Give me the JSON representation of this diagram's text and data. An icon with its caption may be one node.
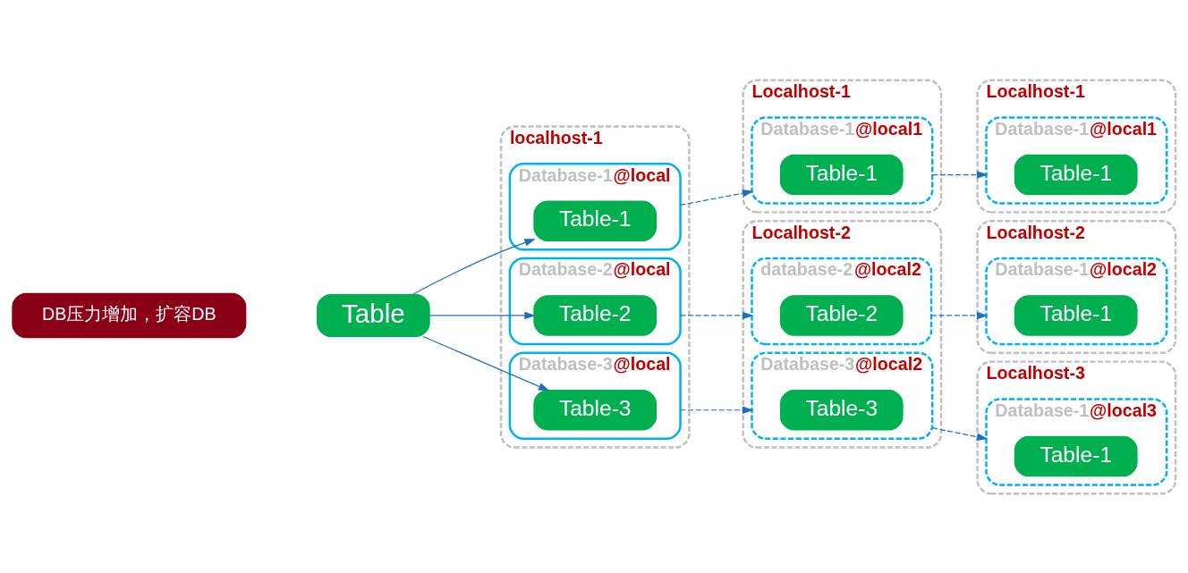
{
  "diagram": {
    "nodes": [
      {
        "text": [
          "DB压力增加，扩容DB"
        ]
      },
      {
        "text": [
          "Table"
        ]
      },
      {
        "text": [
          "localhost-1"
        ]
      },
      {
        "text": [
          "Database-1@local"
        ],
        "in": 2
      },
      {
        "text": [
          "Table-1"
        ],
        "in": 3
      },
      {
        "text": [
          "Database-2@local"
        ],
        "in": 2
      },
      {
        "text": [
          "Table-2"
        ],
        "in": 5
      },
      {
        "text": [
          "Database-3@local"
        ],
        "in": 2
      },
      {
        "text": [
          "Table-3"
        ],
        "in": 7
      },
      {
        "text": [
          "Localhost-1"
        ]
      },
      {
        "text": [
          "Database-1@local1"
        ],
        "in": 9
      },
      {
        "text": [
          "Table-1"
        ],
        "in": 10
      },
      {
        "text": [
          "Localhost-2"
        ]
      },
      {
        "text": [
          "database-2@local2"
        ],
        "in": 12
      },
      {
        "text": [
          "Table-2"
        ],
        "in": 13
      },
      {
        "text": [
          "Database-3@local2"
        ],
        "in": 12
      },
      {
        "text": [
          "Table-3"
        ],
        "in": 15
      },
      {
        "text": [
          "Localhost-1"
        ]
      },
      {
        "text": [
          "Database-1@local1"
        ],
        "in": 17
      },
      {
        "text": [
          "Table-1"
        ],
        "in": 18
      },
      {
        "text": [
          "Localhost-2"
        ]
      },
      {
        "text": [
          "Database-1@local2"
        ],
        "in": 20
      },
      {
        "text": [
          "Table-1"
        ],
        "in": 21
      },
      {
        "text": [
          "Localhost-3"
        ]
      },
      {
        "text": [
          "Database-1@local3"
        ],
        "in": 23
      },
      {
        "text": [
          "Table-1"
        ],
        "in": 24
      }
    ],
    "edges": [
      {
        "from": 1,
        "to": 4,
        "arrow": "to"
      },
      {
        "from": 1,
        "to": 6,
        "arrow": "to"
      },
      {
        "from": 1,
        "to": 8,
        "arrow": "to"
      },
      {
        "from": 3,
        "to": 10,
        "arrow": "to",
        "style": "dashed"
      },
      {
        "from": 5,
        "to": 13,
        "arrow": "to",
        "style": "dashed"
      },
      {
        "from": 7,
        "to": 15,
        "arrow": "to",
        "style": "dashed"
      },
      {
        "from": 10,
        "to": 18,
        "arrow": "to",
        "style": "dashed"
      },
      {
        "from": 13,
        "to": 21,
        "arrow": "to",
        "style": "dashed"
      },
      {
        "from": 15,
        "to": 24,
        "arrow": "to",
        "style": "dashed"
      }
    ]
  }
}
